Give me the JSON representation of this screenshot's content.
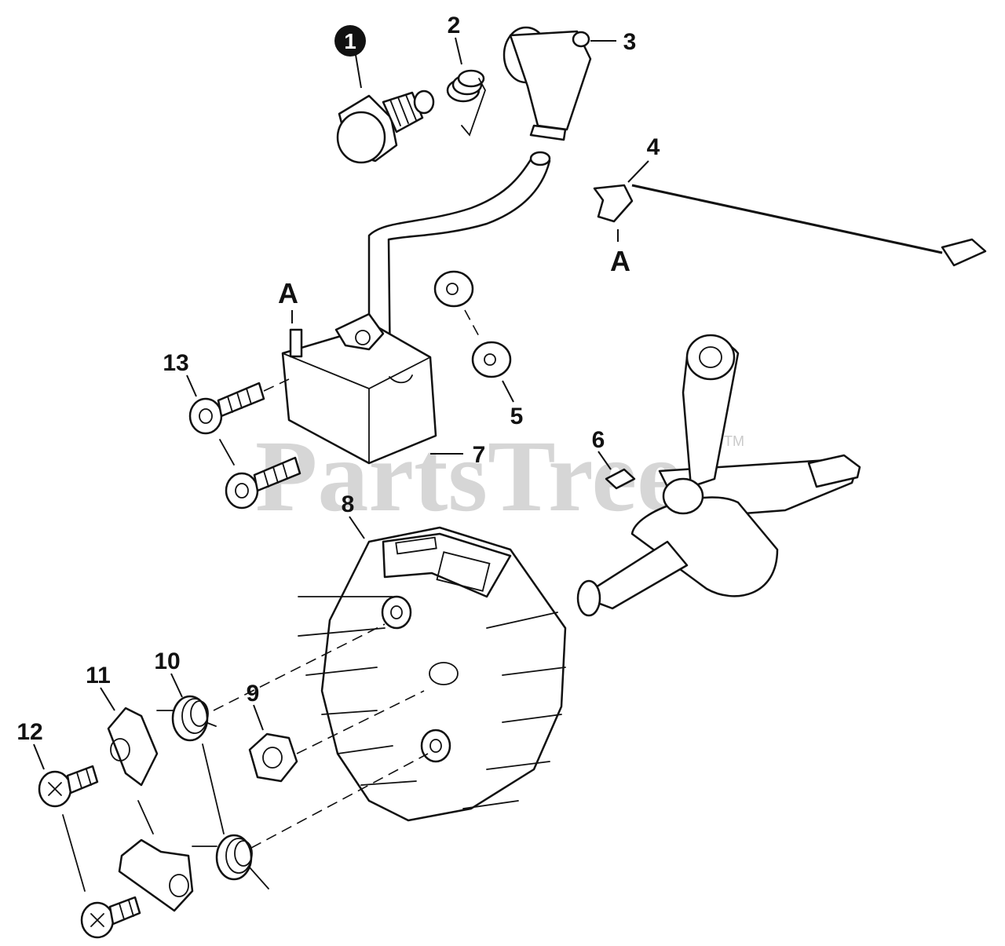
{
  "watermark": {
    "text": "PartsTree",
    "trademark": "TM"
  },
  "reference_letter": "A",
  "callouts": [
    {
      "number": "1",
      "style": "badge"
    },
    {
      "number": "2"
    },
    {
      "number": "3"
    },
    {
      "number": "4"
    },
    {
      "number": "5"
    },
    {
      "number": "6"
    },
    {
      "number": "7"
    },
    {
      "number": "8"
    },
    {
      "number": "9"
    },
    {
      "number": "10"
    },
    {
      "number": "11"
    },
    {
      "number": "12"
    },
    {
      "number": "13"
    }
  ],
  "colors": {
    "line": "#111111",
    "watermark": "#c9c9c9",
    "background": "#ffffff"
  }
}
